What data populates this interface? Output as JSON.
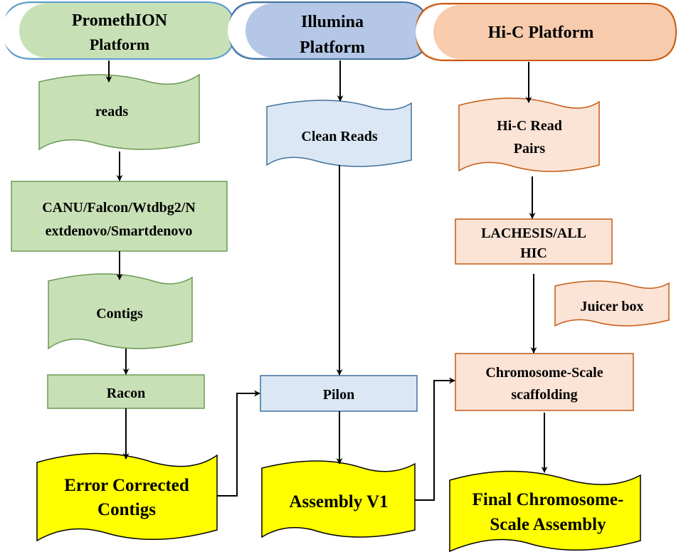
{
  "colors": {
    "promethion_fill": "#c8e0b6",
    "promethion_stroke": "#6b9a55",
    "illumina_fill": "#b4c7e7",
    "illumina_light_fill": "#dbe7f5",
    "illumina_stroke": "#41719c",
    "hic_fill": "#f8cbad",
    "hic_light_fill": "#fbe3d6",
    "hic_stroke": "#c55a11",
    "output_fill": "#ffff00",
    "arrow": "#000000"
  },
  "headers": {
    "promethion": [
      "PromethION",
      "Platform"
    ],
    "illumina": [
      "Illumina",
      "Platform"
    ],
    "hic": [
      "Hi-C Platform"
    ]
  },
  "promethion": {
    "reads": "reads",
    "assemblers": [
      "CANU/Falcon/Wtdbg2/N",
      "extdenovo/Smartdenovo"
    ],
    "contigs": "Contigs",
    "racon": "Racon",
    "corrected": [
      "Error  Corrected",
      "Contigs"
    ]
  },
  "illumina": {
    "clean_reads": "Clean Reads",
    "pilon": "Pilon",
    "assembly_v1": "Assembly V1"
  },
  "hic": {
    "read_pairs": [
      "Hi-C  Read",
      "Pairs"
    ],
    "lachesis": [
      "LACHESIS/ALL",
      "HIC"
    ],
    "juicer": "Juicer box",
    "scaffolding": [
      "Chromosome-Scale",
      "scaffolding"
    ],
    "final": [
      "Final Chromosome-",
      "Scale Assembly"
    ]
  }
}
